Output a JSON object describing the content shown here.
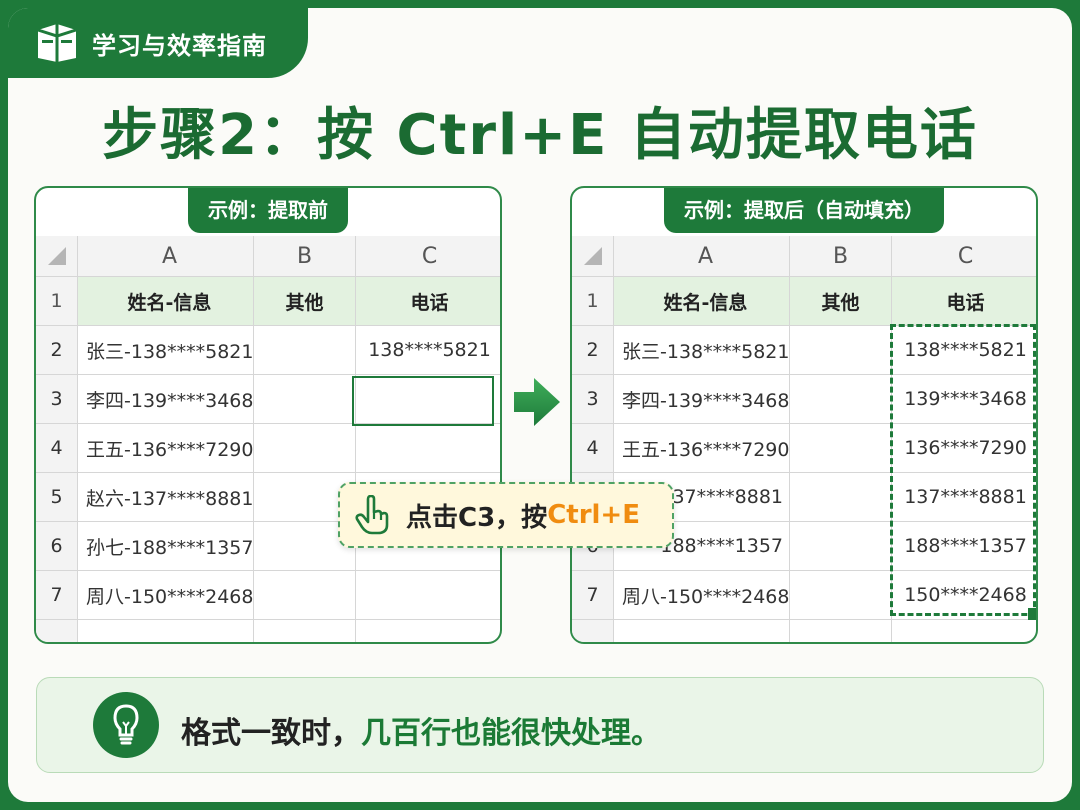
{
  "brand": {
    "name": "学习与效率指南",
    "icon": "book-box-icon"
  },
  "title": "步骤2：按 Ctrl+E 自动提取电话",
  "colors": {
    "green": "#1e7a3a",
    "header_fill": "#e3f2e0",
    "accent_orange": "#f08c10"
  },
  "left_panel": {
    "label": "示例：提取前",
    "columns": [
      "A",
      "B",
      "C"
    ],
    "rows": [
      {
        "num": "1",
        "a": "姓名-信息",
        "b": "其他",
        "c": "电话"
      },
      {
        "num": "2",
        "a": "张三-138****5821",
        "b": "",
        "c": "138****5821"
      },
      {
        "num": "3",
        "a": "李四-139****3468",
        "b": "",
        "c": ""
      },
      {
        "num": "4",
        "a": "王五-136****7290",
        "b": "",
        "c": ""
      },
      {
        "num": "5",
        "a": "赵六-137****8881",
        "b": "",
        "c": ""
      },
      {
        "num": "6",
        "a": "孙七-188****1357",
        "b": "",
        "c": ""
      },
      {
        "num": "7",
        "a": "周八-150****2468",
        "b": "",
        "c": ""
      }
    ]
  },
  "right_panel": {
    "label": "示例：提取后（自动填充）",
    "columns": [
      "A",
      "B",
      "C"
    ],
    "rows": [
      {
        "num": "1",
        "a": "姓名-信息",
        "b": "其他",
        "c": "电话"
      },
      {
        "num": "2",
        "a": "张三-138****5821",
        "b": "",
        "c": "138****5821"
      },
      {
        "num": "3",
        "a": "李四-139****3468",
        "b": "",
        "c": "139****3468"
      },
      {
        "num": "4",
        "a": "王五-136****7290",
        "b": "",
        "c": "136****7290"
      },
      {
        "num": "5",
        "a": "-137****8881",
        "b": "",
        "c": "137****8881"
      },
      {
        "num": "6",
        "a": "-188****1357",
        "b": "",
        "c": "188****1357"
      },
      {
        "num": "7",
        "a": "周八-150****2468",
        "b": "",
        "c": "150****2468"
      }
    ]
  },
  "callout": {
    "icon": "pointing-hand-icon",
    "text": "点击C3，按 ",
    "key": "Ctrl+E"
  },
  "tip": {
    "icon": "lightbulb-icon",
    "text": "格式一致时，",
    "highlight": "几百行也能很快处理。"
  }
}
